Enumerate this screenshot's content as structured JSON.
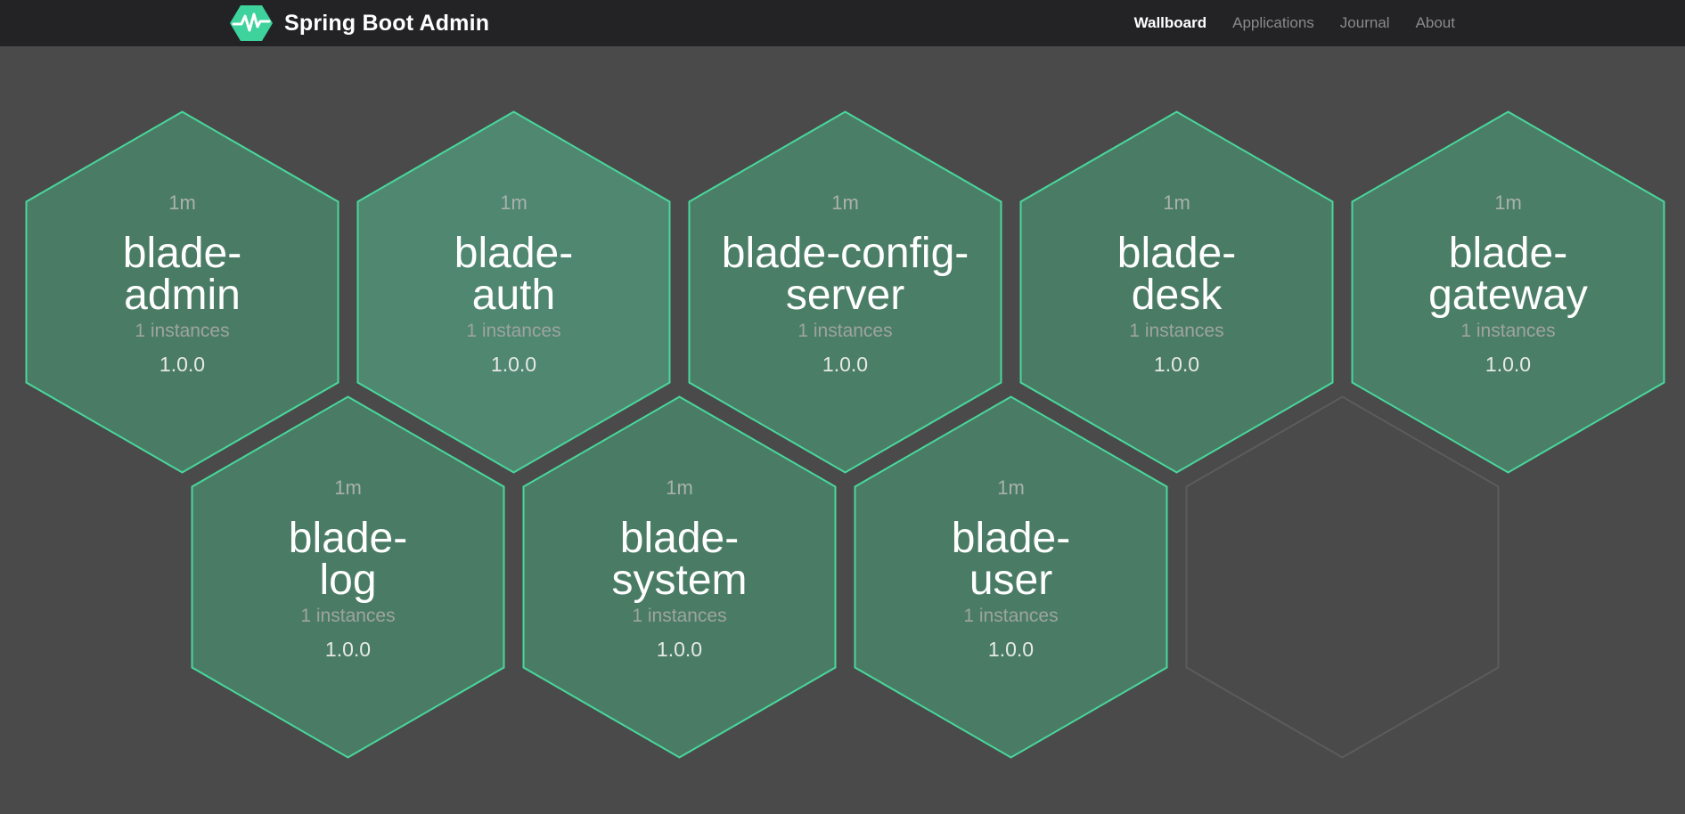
{
  "navbar": {
    "brand": "Spring Boot Admin",
    "logo_icon": "pulse-hexagon-icon",
    "items": [
      {
        "label": "Wallboard",
        "active": true
      },
      {
        "label": "Applications",
        "active": false
      },
      {
        "label": "Journal",
        "active": false
      },
      {
        "label": "About",
        "active": false
      }
    ]
  },
  "colors": {
    "navbar_bg": "#232325",
    "page_bg": "#4a4a4b",
    "brand_green": "#3ed29c",
    "hex_border": "#49d79b",
    "empty_hex_border": "#5c5c5d",
    "name_text": "#ffffff",
    "muted_text": "#9ea49f",
    "uptime_text": "#aab1ad",
    "version_text": "#e7e9e7"
  },
  "wallboard": {
    "applications": [
      {
        "name": "blade-\nadmin",
        "uptime": "1m",
        "instances": "1 instances",
        "version": "1.0.0",
        "status": "up",
        "fill": "#4a7c65",
        "row": 0,
        "col": 0
      },
      {
        "name": "blade-\nauth",
        "uptime": "1m",
        "instances": "1 instances",
        "version": "1.0.0",
        "status": "up",
        "fill": "#4f8770",
        "row": 0,
        "col": 1
      },
      {
        "name": "blade-config-\nserver",
        "uptime": "1m",
        "instances": "1 instances",
        "version": "1.0.0",
        "status": "up",
        "fill": "#4b7e67",
        "row": 0,
        "col": 2
      },
      {
        "name": "blade-\ndesk",
        "uptime": "1m",
        "instances": "1 instances",
        "version": "1.0.0",
        "status": "up",
        "fill": "#4a7c65",
        "row": 0,
        "col": 3
      },
      {
        "name": "blade-\ngateway",
        "uptime": "1m",
        "instances": "1 instances",
        "version": "1.0.0",
        "status": "up",
        "fill": "#4b7e67",
        "row": 0,
        "col": 4
      },
      {
        "name": "blade-\nlog",
        "uptime": "1m",
        "instances": "1 instances",
        "version": "1.0.0",
        "status": "up",
        "fill": "#4a7c65",
        "row": 1,
        "col": 0
      },
      {
        "name": "blade-\nsystem",
        "uptime": "1m",
        "instances": "1 instances",
        "version": "1.0.0",
        "status": "up",
        "fill": "#4a7c65",
        "row": 1,
        "col": 1
      },
      {
        "name": "blade-\nuser",
        "uptime": "1m",
        "instances": "1 instances",
        "version": "1.0.0",
        "status": "up",
        "fill": "#4a7c65",
        "row": 1,
        "col": 2
      },
      {
        "name": "",
        "uptime": "",
        "instances": "",
        "version": "",
        "status": "empty",
        "fill": "none",
        "row": 1,
        "col": 3
      }
    ]
  }
}
